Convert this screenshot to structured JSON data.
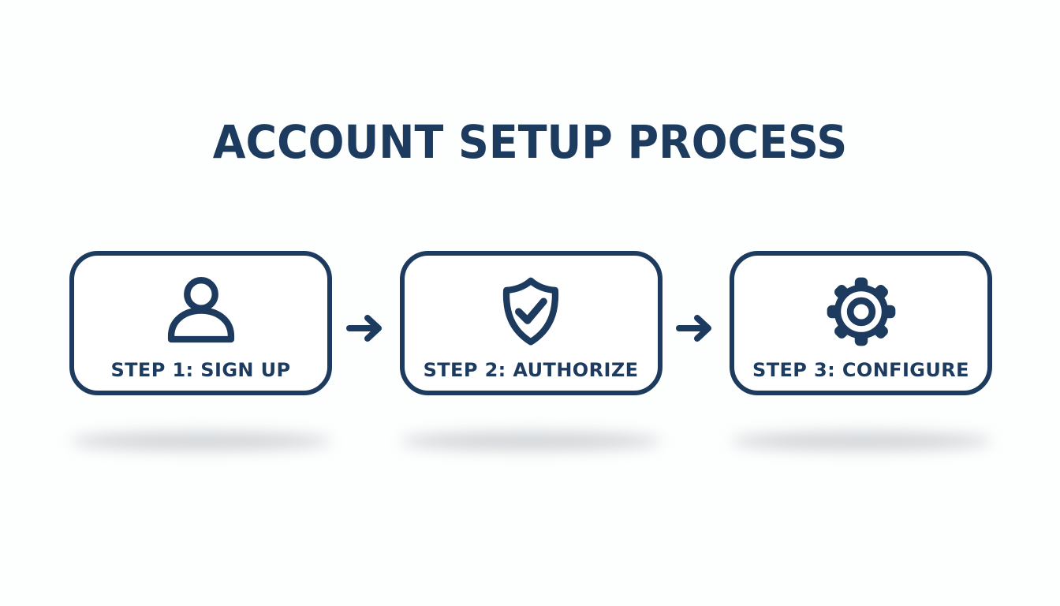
{
  "title": "ACCOUNT SETUP PROCESS",
  "colors": {
    "navy": "#1d3a5f",
    "background": "#fdfefe",
    "shadow": "rgba(125,130,140,0.32)"
  },
  "steps": [
    {
      "label": "STEP 1: SIGN UP",
      "icon": "user-icon"
    },
    {
      "label": "STEP 2: AUTHORIZE",
      "icon": "shield-check-icon"
    },
    {
      "label": "STEP 3: CONFIGURE",
      "icon": "gear-icon"
    }
  ],
  "connector": {
    "icon": "right-arrow-icon"
  }
}
